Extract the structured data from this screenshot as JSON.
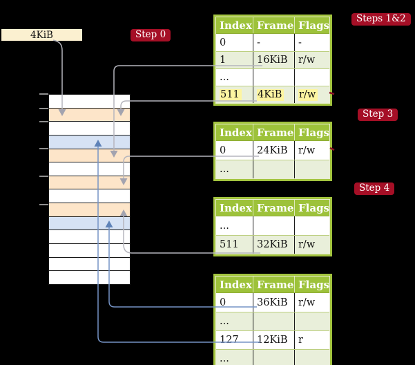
{
  "colors": {
    "background": "#000000",
    "table_header_green": "#9dc23a",
    "table_row_alt_green": "#e9efda",
    "table_border_green": "#a3c43f",
    "badge_red": "#a50f26",
    "frame_orange": "#fde5c9",
    "frame_blue": "#d6e2f4",
    "highlight_yellow": "#fdf5a1",
    "legend_cream": "#fbf0d0",
    "connector_gray": "#b5b5bd",
    "connector_blue": "#7593c5"
  },
  "legend": {
    "label": "4KiB"
  },
  "badges": {
    "step0": "Step 0",
    "steps12": "Steps 1&2",
    "step3": "Step 3",
    "step4": "Step 4"
  },
  "memory": {
    "rows": [
      {
        "color": "white"
      },
      {
        "color": "orange"
      },
      {
        "color": "white"
      },
      {
        "color": "blue"
      },
      {
        "color": "orange"
      },
      {
        "color": "white"
      },
      {
        "color": "orange"
      },
      {
        "color": "white"
      },
      {
        "color": "orange"
      },
      {
        "color": "blue"
      },
      {
        "color": "white"
      },
      {
        "color": "white"
      },
      {
        "color": "white"
      },
      {
        "color": "white"
      }
    ]
  },
  "tables": {
    "headers": [
      "Index",
      "Frame",
      "Flags"
    ],
    "t1": {
      "rows": [
        {
          "index": "0",
          "frame": "-",
          "flags": "-"
        },
        {
          "index": "1",
          "frame": "16KiB",
          "flags": "r/w"
        },
        {
          "index": "...",
          "frame": "",
          "flags": ""
        },
        {
          "index": "511",
          "frame": "4KiB",
          "flags": "r/w"
        }
      ]
    },
    "t2": {
      "rows": [
        {
          "index": "0",
          "frame": "24KiB",
          "flags": "r/w"
        },
        {
          "index": "...",
          "frame": "",
          "flags": ""
        }
      ]
    },
    "t3": {
      "rows": [
        {
          "index": "...",
          "frame": "",
          "flags": ""
        },
        {
          "index": "511",
          "frame": "32KiB",
          "flags": "r/w"
        }
      ]
    },
    "t4": {
      "rows": [
        {
          "index": "0",
          "frame": "36KiB",
          "flags": "r/w"
        },
        {
          "index": "...",
          "frame": "",
          "flags": ""
        },
        {
          "index": "127",
          "frame": "12KiB",
          "flags": "r"
        },
        {
          "index": "...",
          "frame": "",
          "flags": ""
        }
      ]
    }
  }
}
